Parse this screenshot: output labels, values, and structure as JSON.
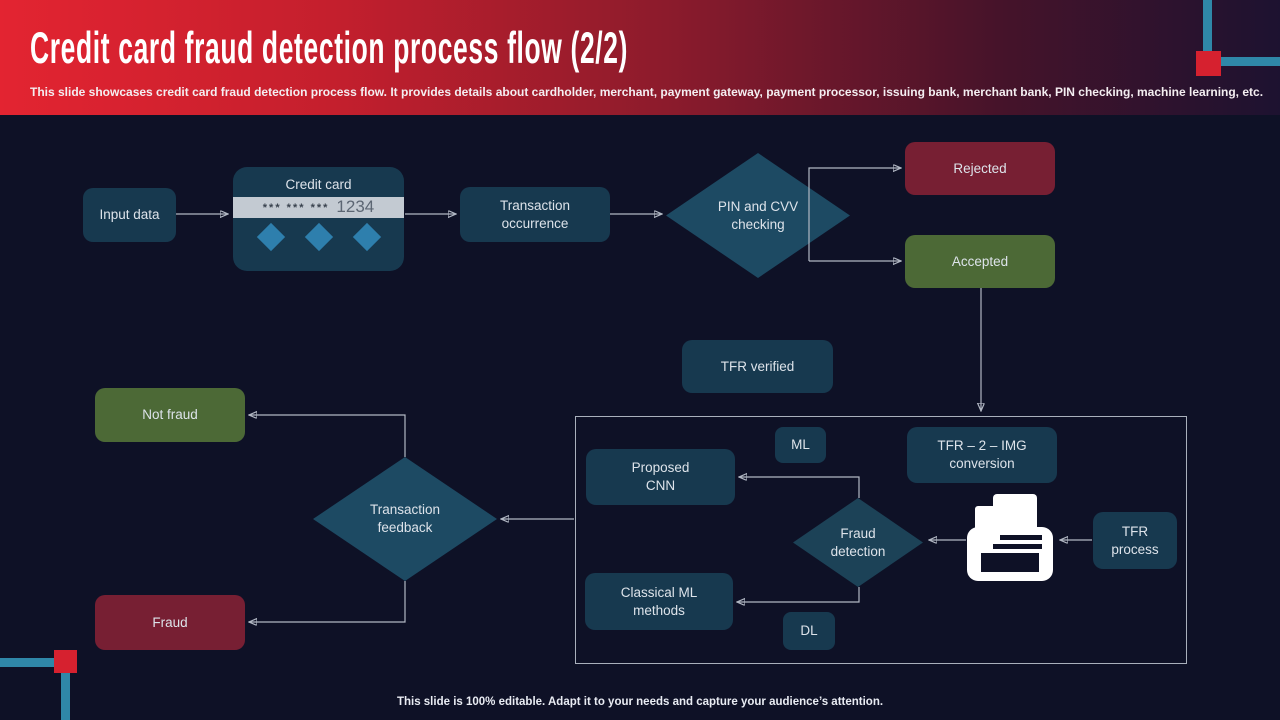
{
  "header": {
    "title": "Credit card fraud detection process flow (2/2)",
    "subtitle": "This slide showcases credit card fraud detection process flow. It provides details about cardholder, merchant, payment gateway, payment processor, issuing bank, merchant bank, PIN checking, machine learning, etc."
  },
  "footer": {
    "note": "This slide is 100% editable. Adapt it to your needs and capture your audience’s attention."
  },
  "flow": {
    "input_data": {
      "label": "Input data"
    },
    "credit_card": {
      "title": "Credit card",
      "masked": "*** *** ***",
      "digits": "1234"
    },
    "transaction_occurrence": {
      "line1": "Transaction",
      "line2": "occurrence"
    },
    "pin_cvv": {
      "line1": "PIN and CVV",
      "line2": "checking"
    },
    "rejected": {
      "label": "Rejected"
    },
    "accepted": {
      "label": "Accepted"
    },
    "tfr_verified": {
      "label": "TFR verified"
    },
    "ml": {
      "label": "ML"
    },
    "tfr_2_img": {
      "line1": "TFR – 2 – IMG",
      "line2": "conversion"
    },
    "proposed_cnn": {
      "line1": "Proposed",
      "line2": "CNN"
    },
    "fraud_detection": {
      "line1": "Fraud",
      "line2": "detection"
    },
    "tfr_process": {
      "line1": "TFR",
      "line2": "process"
    },
    "classical_ml": {
      "line1": "Classical ML",
      "line2": "methods"
    },
    "dl": {
      "label": "DL"
    },
    "transaction_feedback": {
      "line1": "Transaction",
      "line2": "feedback"
    },
    "not_fraud": {
      "label": "Not fraud"
    },
    "fraud": {
      "label": "Fraud"
    }
  },
  "icons": {
    "printer": "printer/fax machine glyph"
  },
  "palette": {
    "background": "#0e1126",
    "header_gradient_left": "#e32431",
    "header_gradient_right": "#1d1230",
    "accent_red": "#d6212f",
    "accent_teal": "#2f87a8",
    "node_fill": "#17394f",
    "diamond_fill": "#1d4a63",
    "accepted_green": "#4c6936",
    "rejected_maroon": "#771f33",
    "card_stripe": "#c3cad2",
    "card_diamond_blue": "#2e7fad",
    "connector_gray": "#b2b8c4"
  }
}
